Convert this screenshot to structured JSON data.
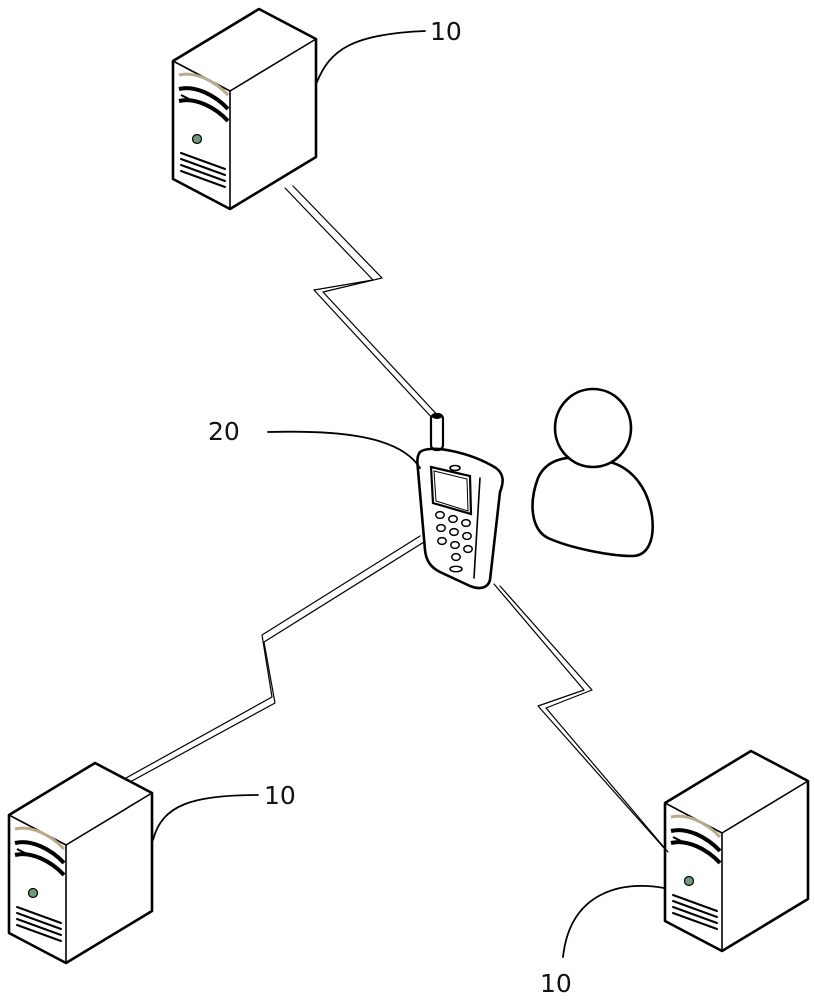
{
  "labels": {
    "server_top": "10",
    "terminal": "20",
    "server_bottom_left": "10",
    "server_bottom_right": "10"
  },
  "colors": {
    "line": "#000000",
    "server_accent": "#b9aa8c",
    "led": "#6f9a7c",
    "background": "#ffffff"
  },
  "icons": {
    "server": "server-tower-icon",
    "terminal": "mobile-phone-icon",
    "user": "user-person-icon",
    "link": "wireless-link-zigzag"
  }
}
